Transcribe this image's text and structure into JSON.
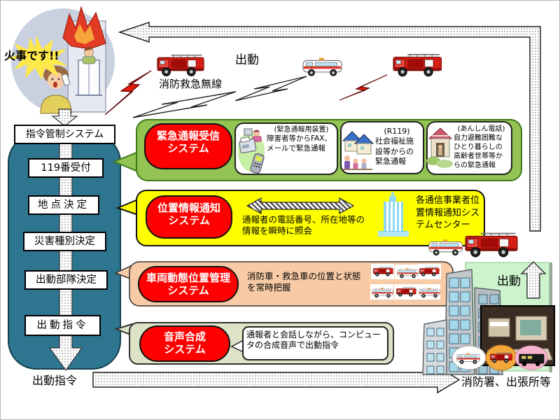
{
  "colors": {
    "teal_column": "#2E7590",
    "reception_green": "#92C353",
    "location_yellow": "#FFFF00",
    "vehicle_orange": "#F8CBA6",
    "voice_sage": "#DCE3C6",
    "system_red": "#FF0000",
    "station_panel_green": "#CCF4CC"
  },
  "caller": {
    "shout": "火事です!!"
  },
  "top_flow": {
    "dispatch": "出動",
    "radio": "消防救急無線"
  },
  "command": {
    "title": "指令管制システム",
    "steps": [
      "119番受付",
      "地点決定",
      "災害種別決定",
      "出動部隊決定",
      "出動指令"
    ]
  },
  "bottom_flow": {
    "order": "出動指令",
    "destination": "消防署、出張所等"
  },
  "systems": {
    "reception": {
      "title_lines": [
        "緊急通報受信",
        "システム"
      ],
      "items": [
        {
          "caption": "(緊急通報用装置)",
          "text": "障害者等からFAX、メールで緊急通報"
        },
        {
          "caption": "(R119)",
          "text": "社会福祉施設等からの緊急通報"
        },
        {
          "caption": "(あんしん電話)",
          "text": "自力避難困難な ひとり暮らしの高齢者世帯等からの緊急通報"
        }
      ]
    },
    "location": {
      "title_lines": [
        "位置情報通知",
        "システム"
      ],
      "desc": "通報者の電話番号、所在地等の情報を瞬時に照会",
      "center": "各通信事業者位置情報通知システムセンター"
    },
    "vehicle": {
      "title_lines": [
        "車両動態位置管理",
        "システム"
      ],
      "desc": "消防車・救急車の位置と状態を常時把握"
    },
    "voice": {
      "title_lines": [
        "音声合成",
        "システム"
      ],
      "desc": "通報者と会話しながら、コンピュータの合成音声で出動指令"
    }
  },
  "station_panel": {
    "dispatch": "出動"
  },
  "icons": {
    "fire-truck-icon": "red fire engine",
    "ambulance-icon": "white ambulance",
    "lightning-icon": "radio wave lightning bolt",
    "building-icon": "fire headquarters high-rise",
    "telecom-center-icon": "blue telecom building",
    "computer-photo": "dispatch computer terminal"
  }
}
